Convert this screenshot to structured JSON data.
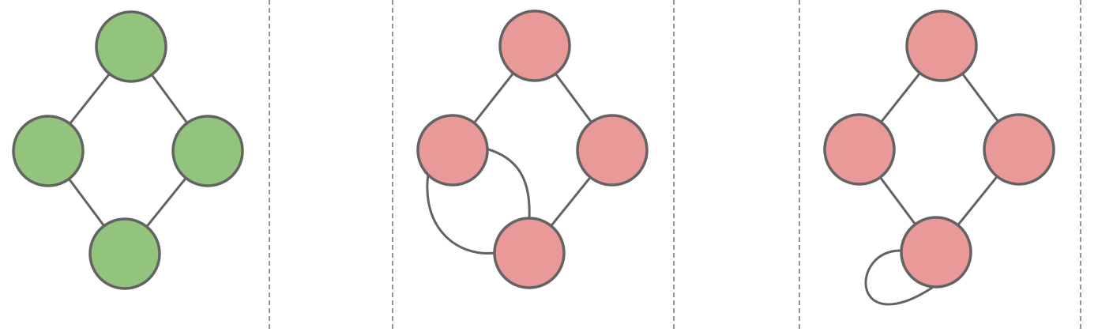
{
  "colors": {
    "valid_fill": "#93c47d",
    "invalid_fill": "#ea9999",
    "stroke": "#636363",
    "divider": "#707070"
  },
  "panels": [
    {
      "id": "panel-simple-graph",
      "fill": "valid",
      "nodes": [
        "top",
        "left",
        "right",
        "bottom"
      ],
      "edges": [
        [
          "top",
          "left"
        ],
        [
          "top",
          "right"
        ],
        [
          "left",
          "bottom"
        ],
        [
          "right",
          "bottom"
        ]
      ],
      "multi_edges": [],
      "self_loops": []
    },
    {
      "id": "panel-multi-edge-graph",
      "fill": "invalid",
      "nodes": [
        "top",
        "left",
        "right",
        "bottom"
      ],
      "edges": [
        [
          "top",
          "left"
        ],
        [
          "top",
          "right"
        ],
        [
          "right",
          "bottom"
        ]
      ],
      "multi_edges": [
        [
          "left",
          "bottom"
        ]
      ],
      "self_loops": []
    },
    {
      "id": "panel-self-loop-graph",
      "fill": "invalid",
      "nodes": [
        "top",
        "left",
        "right",
        "bottom"
      ],
      "edges": [
        [
          "top",
          "left"
        ],
        [
          "top",
          "right"
        ],
        [
          "left",
          "bottom"
        ],
        [
          "right",
          "bottom"
        ]
      ],
      "multi_edges": [],
      "self_loops": [
        "bottom"
      ]
    }
  ]
}
